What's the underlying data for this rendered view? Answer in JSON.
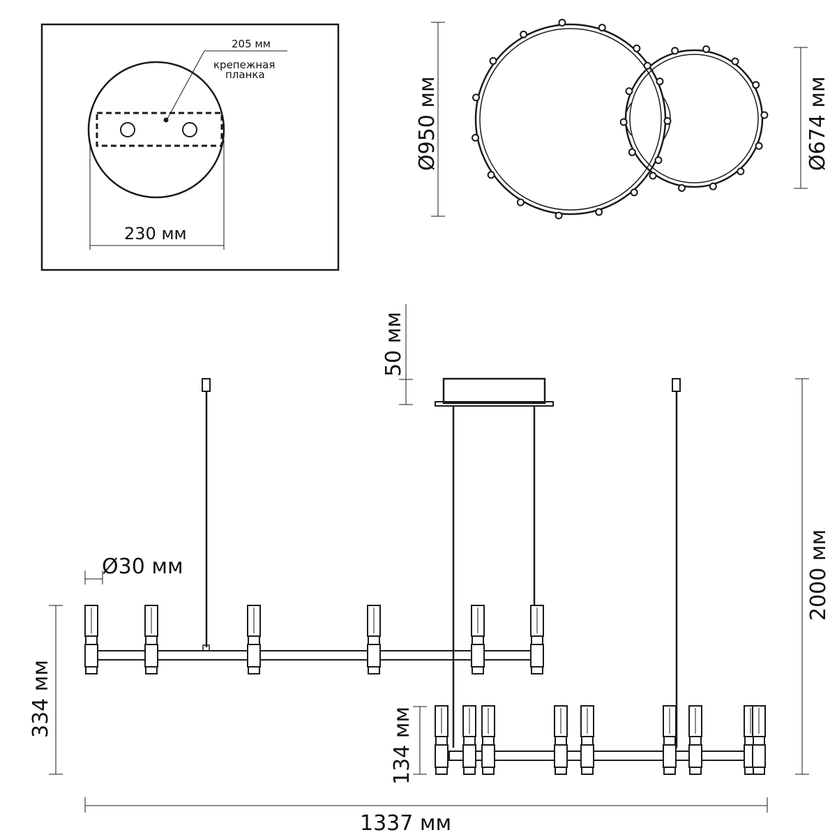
{
  "inset": {
    "plate_width_label": "205 мм",
    "plate_label_line1": "крепежная",
    "plate_label_line2": "планка",
    "canopy_diameter_label": "230 мм"
  },
  "top_view": {
    "large_ring_label": "Ø950 мм",
    "small_ring_label": "Ø674 мм"
  },
  "side_view": {
    "canopy_height_label": "50 мм",
    "shade_diameter_label": "Ø30 мм",
    "total_height_label": "2000 мм",
    "upper_tier_label": "334 мм",
    "lower_tier_label": "134 мм",
    "total_width_label": "1337 мм"
  },
  "colors": {
    "line": "#1a1a1a",
    "background": "#ffffff"
  }
}
